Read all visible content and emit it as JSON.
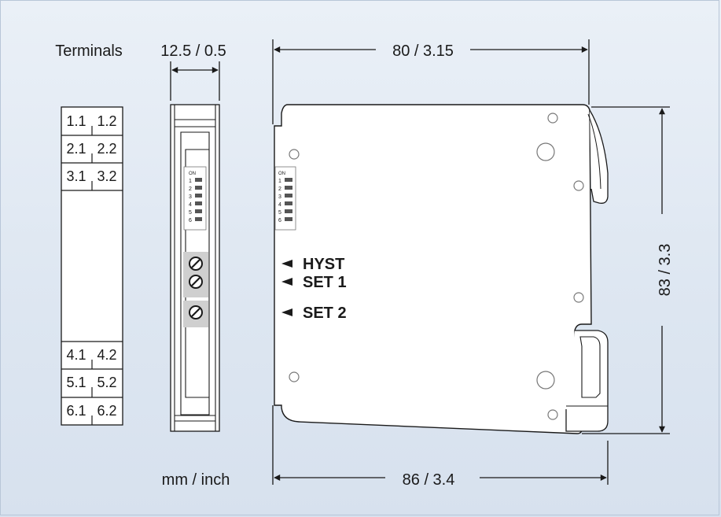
{
  "labels": {
    "terminals": "Terminals",
    "width_dim": "12.5 / 0.5",
    "depth_top_dim": "80 / 3.15",
    "height_dim": "83 / 3.3",
    "depth_bottom_dim": "86 / 3.4",
    "units": "mm / inch"
  },
  "terminals_top": [
    {
      "left": "1.1",
      "right": "1.2"
    },
    {
      "left": "2.1",
      "right": "2.2"
    },
    {
      "left": "3.1",
      "right": "3.2"
    }
  ],
  "terminals_bottom": [
    {
      "left": "4.1",
      "right": "4.2"
    },
    {
      "left": "5.1",
      "right": "5.2"
    },
    {
      "left": "6.1",
      "right": "6.2"
    }
  ],
  "front_dip": {
    "on_label": "ON",
    "numbers": [
      "1",
      "2",
      "3",
      "4",
      "5",
      "6"
    ]
  },
  "side_dip": {
    "on_label": "ON",
    "numbers": [
      "1",
      "2",
      "3",
      "4",
      "5",
      "6"
    ]
  },
  "controls": [
    {
      "label": "HYST"
    },
    {
      "label": "SET 1"
    },
    {
      "label": "SET 2"
    }
  ],
  "colors": {
    "background": "#e3eaf3",
    "outline": "#1a1a1a",
    "pot_background": "#cfcfcf",
    "panel": "#ffffff"
  }
}
